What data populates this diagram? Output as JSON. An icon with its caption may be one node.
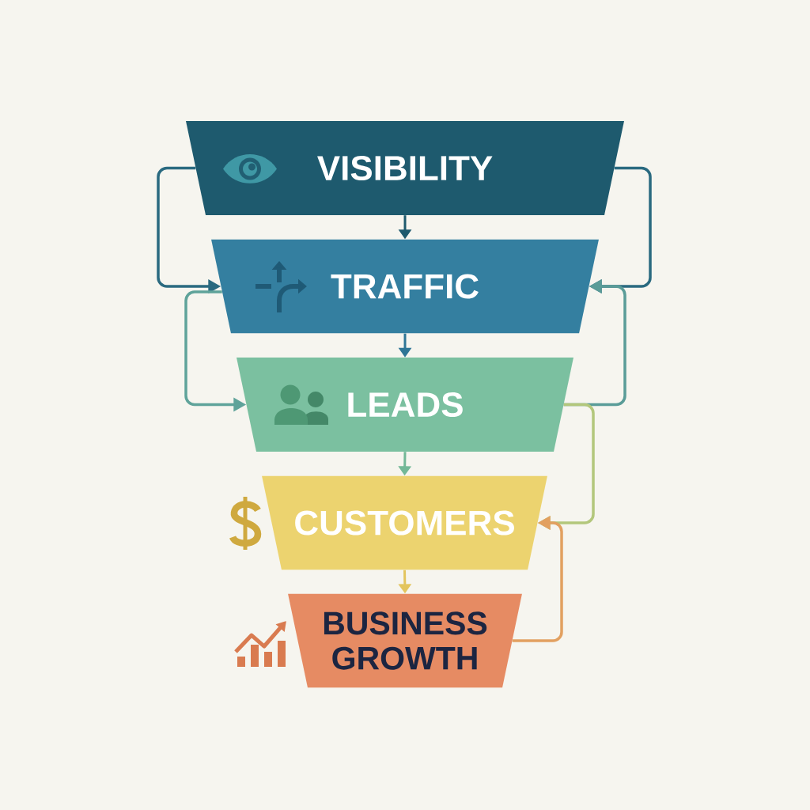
{
  "diagram": {
    "nodes": [
      {
        "text": [
          "VISIBILITY"
        ]
      },
      {
        "text": [
          "TRAFFIC"
        ]
      },
      {
        "text": [
          "LEADS"
        ]
      },
      {
        "text": [
          "CUSTOMERS"
        ]
      },
      {
        "text": [
          "BUSINESS GROWTH"
        ]
      }
    ],
    "edges": [
      {
        "from": 0,
        "to": 1,
        "arrow": "to",
        "color": "#1e5a6e"
      },
      {
        "from": 1,
        "to": 2,
        "arrow": "to",
        "color": "#2f7696"
      },
      {
        "from": 2,
        "to": 3,
        "arrow": "to",
        "color": "#73b897"
      },
      {
        "from": 3,
        "to": 4,
        "arrow": "to",
        "color": "#e3c55e"
      },
      {
        "from": 0,
        "to": 1,
        "arrow": "to",
        "color": "#2a6a80"
      },
      {
        "from": 1,
        "to": 2,
        "arrow": "to",
        "color": "#5fa39a"
      },
      {
        "from": 0,
        "to": 1,
        "arrow": "to",
        "color": "#2a6a80"
      },
      {
        "from": 2,
        "to": 1,
        "arrow": "to",
        "color": "#5a9c98"
      },
      {
        "from": 2,
        "to": 3,
        "arrow": "to",
        "color": "#b3c77c"
      },
      {
        "from": 4,
        "to": 3,
        "arrow": "to",
        "color": "#e2a060"
      }
    ]
  }
}
